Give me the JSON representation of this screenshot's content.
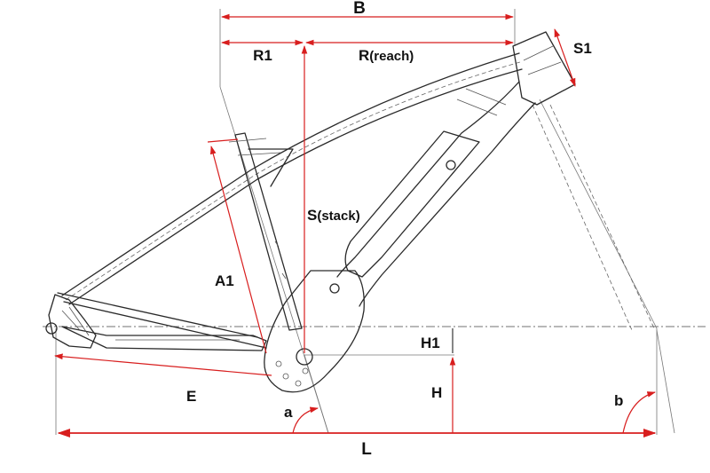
{
  "labels": {
    "B": "B",
    "R1": "R1",
    "R_main": "R",
    "R_sub": "(reach)",
    "S1": "S1",
    "S_main": "S",
    "S_sub": "(stack)",
    "A1": "A1",
    "H1": "H1",
    "H": "H",
    "E": "E",
    "a": "a",
    "b": "b",
    "L": "L"
  },
  "colors": {
    "dimension": "#d81e1e",
    "frame": "#2a2a2a",
    "text": "#111111"
  }
}
